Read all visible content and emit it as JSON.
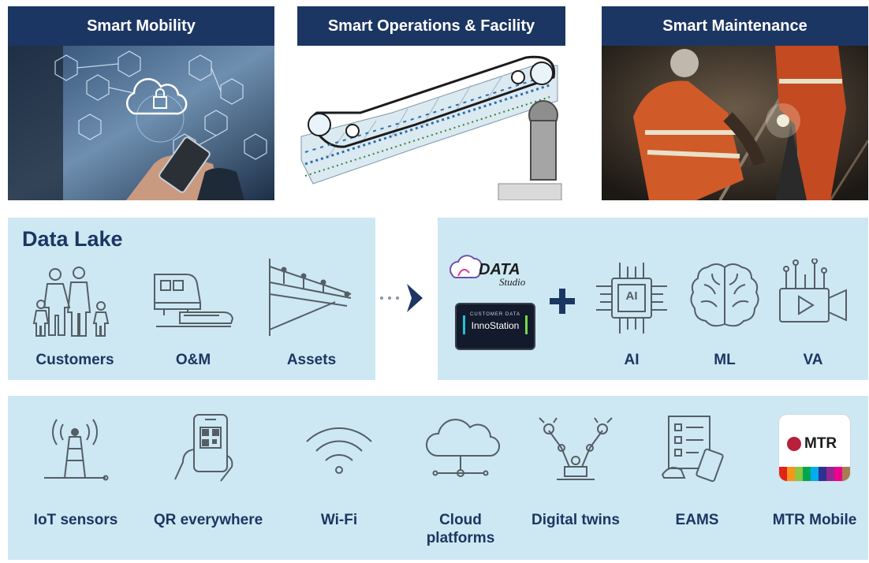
{
  "headers": {
    "mobility": "Smart Mobility",
    "operations": "Smart Operations & Facility",
    "maintenance": "Smart Maintenance"
  },
  "data_lake": {
    "title": "Data Lake",
    "items": [
      "Customers",
      "O&M",
      "Assets"
    ]
  },
  "analytics": {
    "data_studio_logo": "DATA Studio",
    "innostation_logo_small": "CUSTOMER DATA",
    "innostation_logo": "InnoStation",
    "items": [
      "AI",
      "ML",
      "VA"
    ],
    "ai_chip_text": "AI"
  },
  "technologies": {
    "items": [
      "IoT sensors",
      "QR everywhere",
      "Wi-Fi",
      "Cloud platforms",
      "Digital twins",
      "EAMS",
      "MTR Mobile"
    ],
    "mtr_logo_text": "MTR"
  },
  "colors": {
    "navy": "#1c3663",
    "panel": "#cde8f2",
    "icon_stroke": "#555e66"
  }
}
